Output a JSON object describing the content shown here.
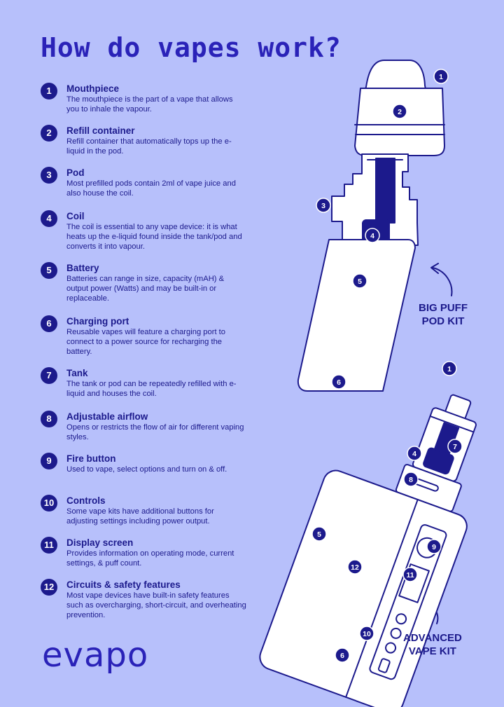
{
  "title": "How do vapes work?",
  "parts": [
    {
      "num": "1",
      "title": "Mouthpiece",
      "desc": "The mouthpiece is the part of a vape that allows you to inhale the vapour."
    },
    {
      "num": "2",
      "title": "Refill container",
      "desc": "Refill container that automatically tops up the e-liquid in the pod."
    },
    {
      "num": "3",
      "title": "Pod",
      "desc": "Most prefilled pods contain 2ml of vape juice and also house the coil."
    },
    {
      "num": "4",
      "title": "Coil",
      "desc": "The coil is essential to any vape device: it is what heats up the e-liquid found inside the tank/pod and converts it into vapour."
    },
    {
      "num": "5",
      "title": "Battery",
      "desc": "Batteries can range in size, capacity (mAH) & output power (Watts) and may be built-in or replaceable."
    },
    {
      "num": "6",
      "title": "Charging port",
      "desc": "Reusable vapes will feature a charging port to connect to a power source for recharging the battery."
    },
    {
      "num": "7",
      "title": "Tank",
      "desc": "The tank or pod can be repeatedly refilled with e-liquid and houses the coil."
    },
    {
      "num": "8",
      "title": "Adjustable airflow",
      "desc": "Opens or restricts the flow of air for different vaping styles."
    },
    {
      "num": "9",
      "title": "Fire button",
      "desc": "Used to vape, select options and turn on & off."
    },
    {
      "num": "10",
      "title": "Controls",
      "desc": "Some vape kits have additional buttons for adjusting settings including power output."
    },
    {
      "num": "11",
      "title": "Display screen",
      "desc": "Provides information on operating mode, current settings, & puff count."
    },
    {
      "num": "12",
      "title": "Circuits & safety features",
      "desc": "Most vape devices have built-in safety features such as overcharging, short-circuit, and overheating prevention."
    }
  ],
  "kits": {
    "pod_kit": "BIG PUFF\nPOD KIT",
    "vape_kit": "ADVANCED\nVAPE KIT"
  },
  "logo": "evapo",
  "colors": {
    "background": "#b7c0fb",
    "navy": "#1c1a8c",
    "title": "#2a22b8"
  }
}
